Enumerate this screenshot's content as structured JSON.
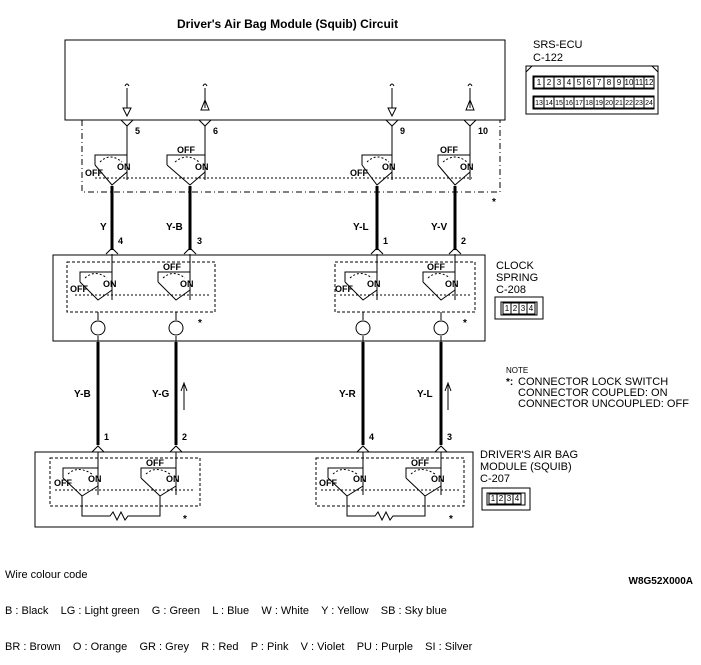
{
  "title": "Driver's Air Bag Module (Squib) Circuit",
  "ecu": {
    "name": "SRS-ECU",
    "connector": "C-122",
    "pins_top": [
      "1",
      "2",
      "3",
      "4",
      "5",
      "6",
      "7",
      "8",
      "9",
      "10",
      "11",
      "12"
    ],
    "pins_bottom": [
      "13",
      "14",
      "15",
      "16",
      "17",
      "18",
      "19",
      "20",
      "21",
      "22",
      "23",
      "24"
    ],
    "terminals": [
      "5",
      "6",
      "9",
      "10"
    ]
  },
  "clock_spring": {
    "name_line1": "CLOCK",
    "name_line2": "SPRING",
    "connector": "C-208",
    "pins": [
      "1",
      "2",
      "3",
      "4"
    ],
    "terminals": [
      "4",
      "3",
      "1",
      "2"
    ]
  },
  "squib": {
    "name_line1": "DRIVER'S AIR BAG",
    "name_line2": "MODULE (SQUIB)",
    "connector": "C-207",
    "pins": [
      "1",
      "2",
      "3",
      "4"
    ],
    "terminals": [
      "1",
      "2",
      "4",
      "3"
    ]
  },
  "wires_upper": [
    "Y",
    "Y-B",
    "Y-L",
    "Y-V"
  ],
  "wires_lower": [
    "Y-B",
    "Y-G",
    "Y-R",
    "Y-L"
  ],
  "switch": {
    "off": "OFF",
    "on": "ON"
  },
  "asterisk": "*",
  "note": {
    "heading": "NOTE",
    "star": "*:",
    "line1": "CONNECTOR LOCK SWITCH",
    "line2": "CONNECTOR COUPLED: ON",
    "line3": "CONNECTOR UNCOUPLED: OFF"
  },
  "legend": {
    "heading": "Wire colour code",
    "line1": "B : Black    LG : Light green    G : Green    L : Blue    W : White    Y : Yellow    SB : Sky blue",
    "line2": "BR : Brown    O : Orange    GR : Grey    R : Red    P : Pink    V : Violet    PU : Purple    SI : Silver"
  },
  "figure_code": "W8G52X000A"
}
